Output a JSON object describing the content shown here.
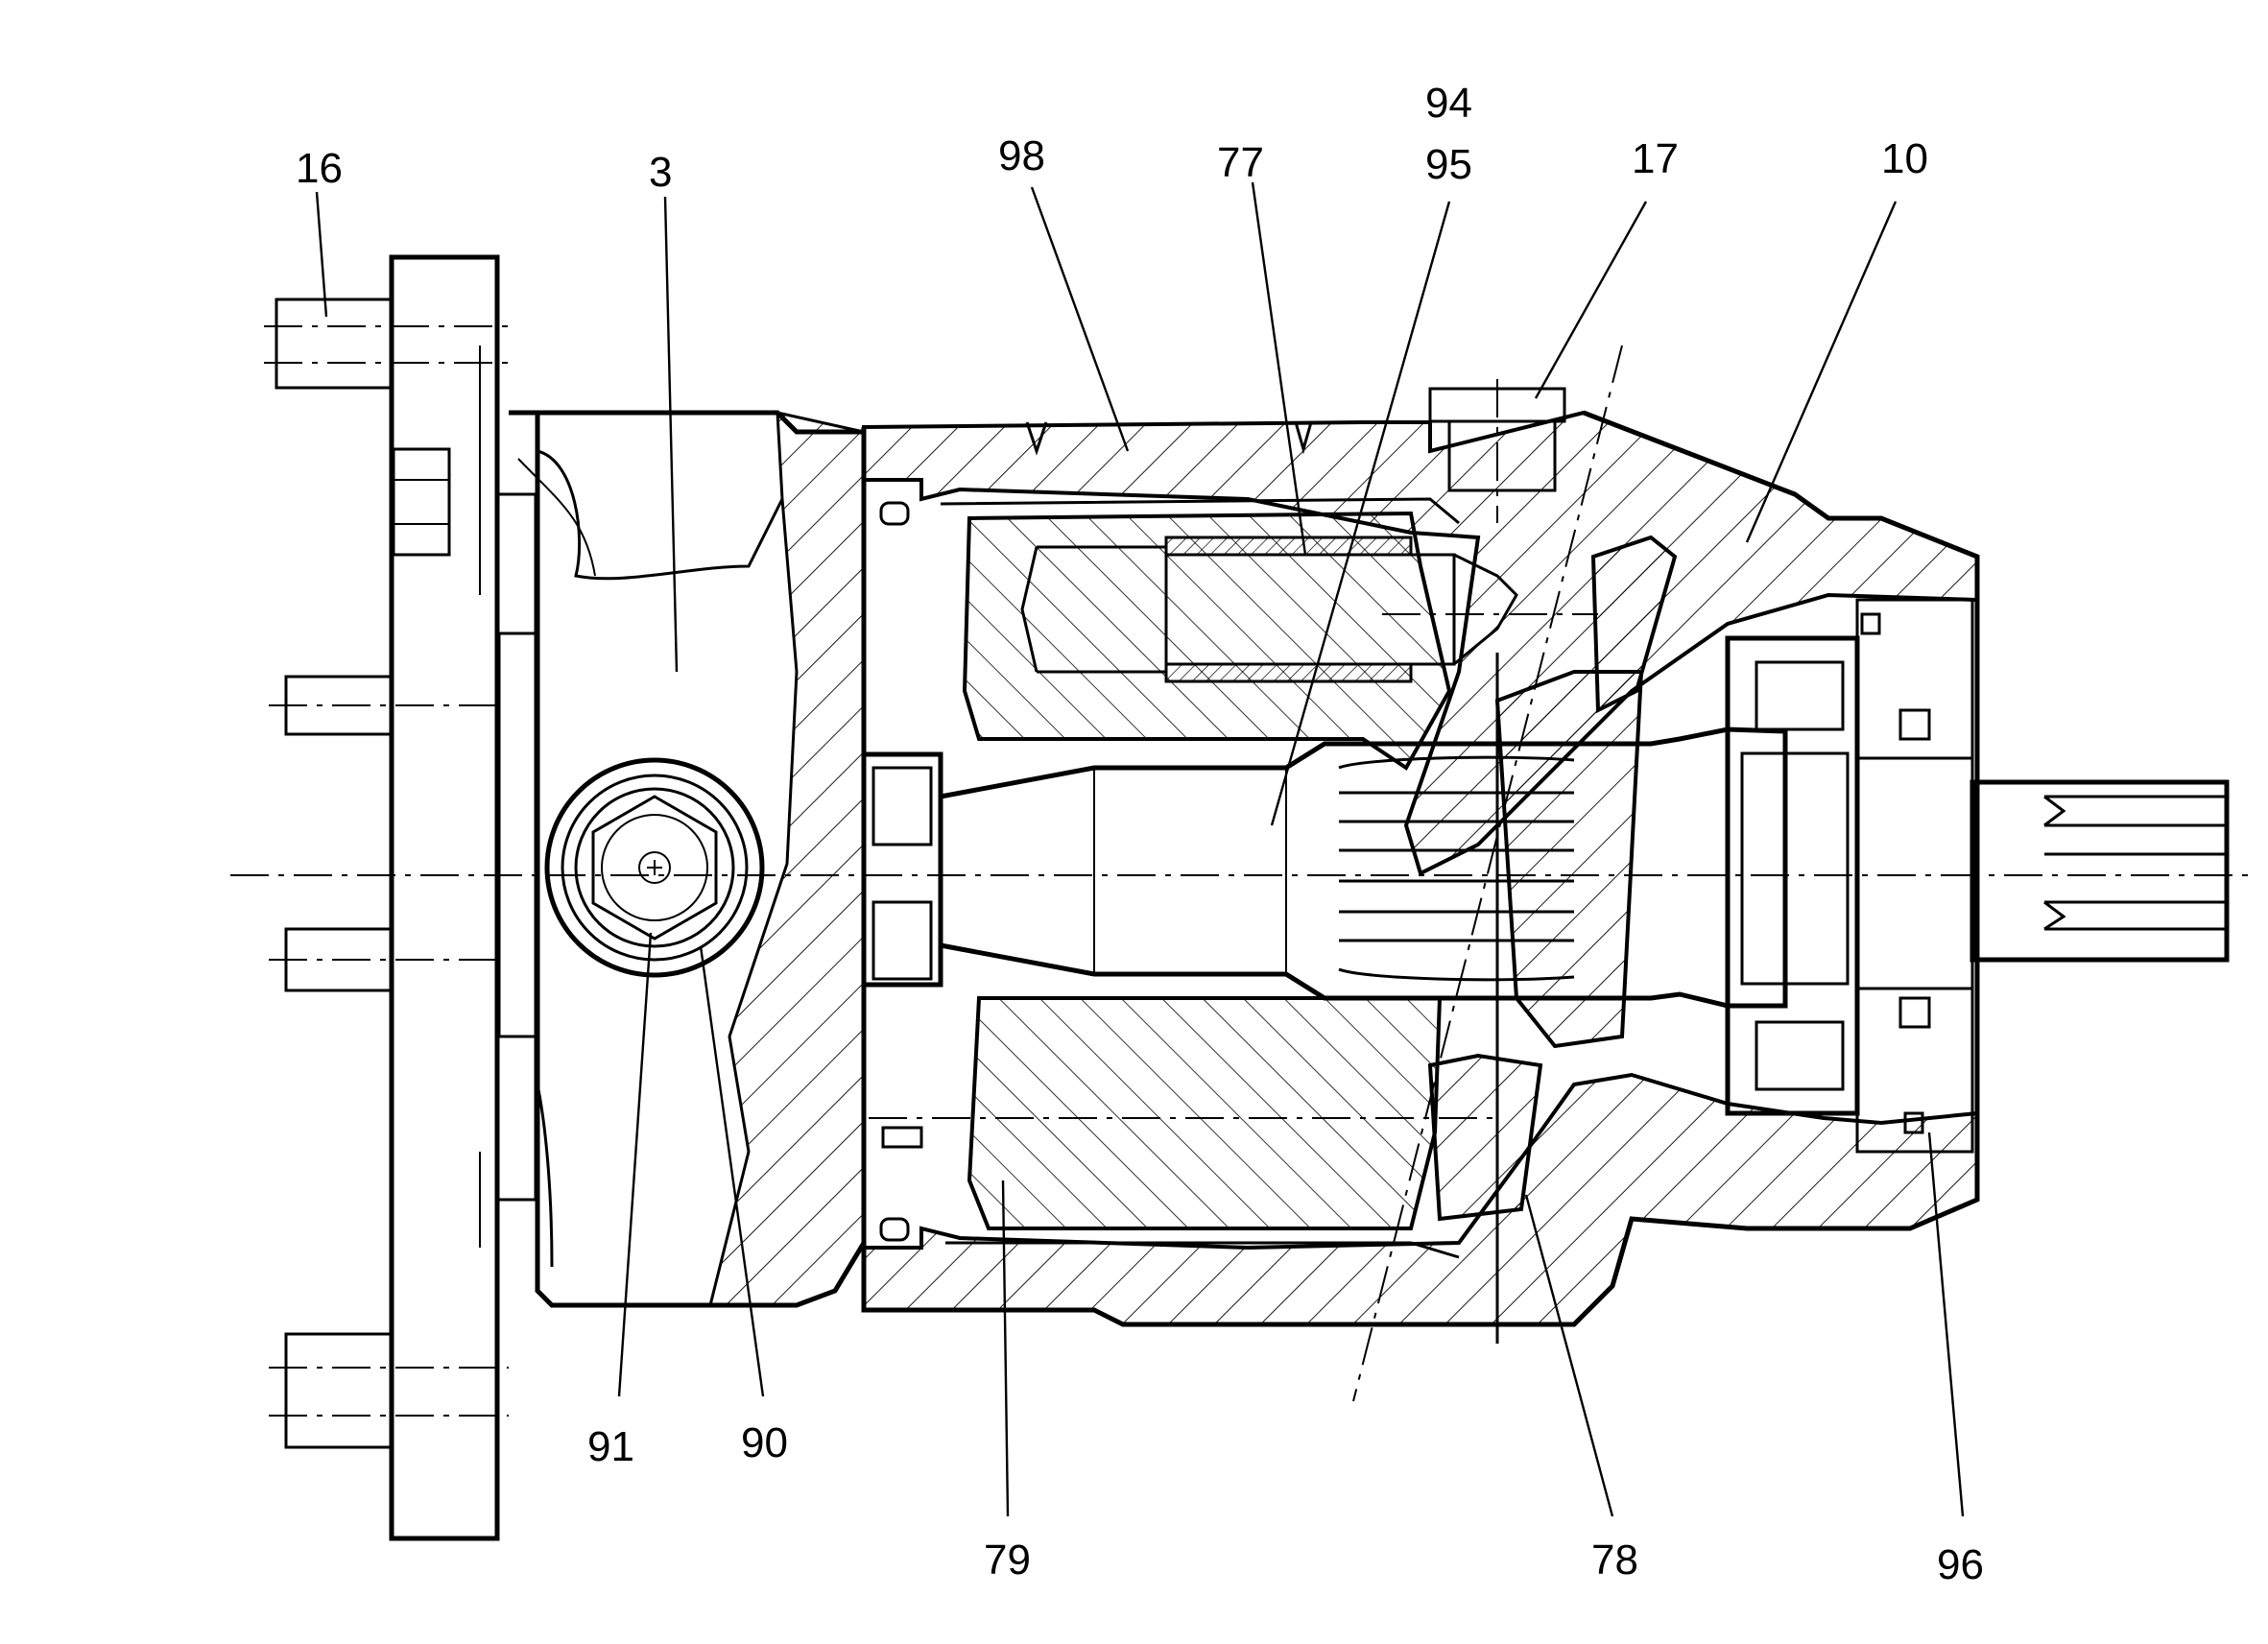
{
  "colors": {
    "ink": "#000000",
    "paper": "#ffffff"
  },
  "labels": {
    "l16": "16",
    "l3": "3",
    "l98": "98",
    "l77": "77",
    "l94": "94",
    "l95": "95",
    "l17": "17",
    "l10": "10",
    "l91": "91",
    "l90": "90",
    "l79": "79",
    "l78": "78",
    "l96": "96"
  }
}
